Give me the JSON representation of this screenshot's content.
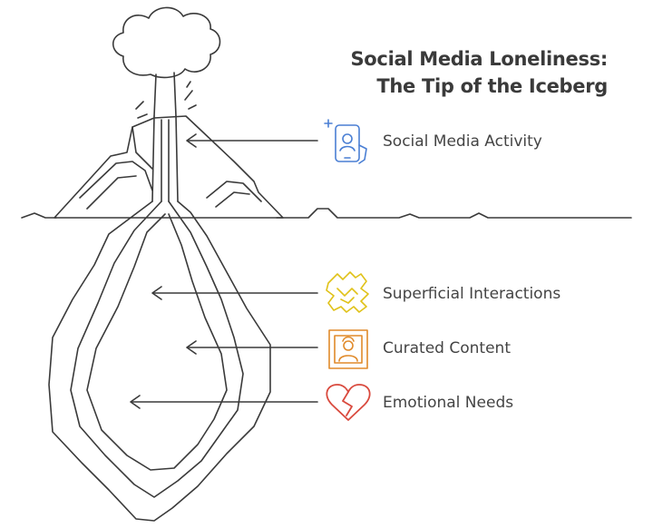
{
  "title": {
    "line1": "Social Media Loneliness:",
    "line2": "The Tip of the Iceberg"
  },
  "items": [
    {
      "label": "Social Media Activity",
      "icon": "smartphone-touch-icon",
      "color": "#4a7fd4"
    },
    {
      "label": "Superficial Interactions",
      "icon": "handshake-icon",
      "color": "#e0c21a"
    },
    {
      "label": "Curated Content",
      "icon": "framed-portrait-icon",
      "color": "#e08a2a"
    },
    {
      "label": "Emotional Needs",
      "icon": "broken-heart-icon",
      "color": "#d94a3e"
    }
  ],
  "colors": {
    "line": "#3a3a3a"
  }
}
